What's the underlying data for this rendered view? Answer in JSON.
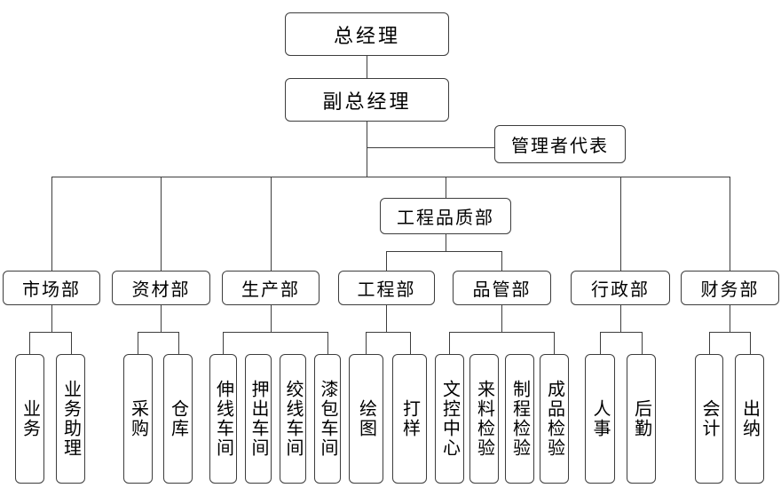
{
  "org": {
    "root": {
      "label": "总经理"
    },
    "deputy": {
      "label": "副总经理"
    },
    "management_rep": {
      "label": "管理者代表"
    },
    "engineering_quality": {
      "label": "工程品质部"
    },
    "departments": [
      {
        "label": "市场部",
        "children": [
          "业务",
          "业务助理"
        ]
      },
      {
        "label": "资材部",
        "children": [
          "采购",
          "仓库"
        ]
      },
      {
        "label": "生产部",
        "children": [
          "伸线车间",
          "押出车间",
          "绞线车间",
          "漆包车间"
        ]
      },
      {
        "label": "工程部",
        "children": [
          "绘图",
          "打样"
        ]
      },
      {
        "label": "品管部",
        "children": [
          "文控中心",
          "来料检验",
          "制程检验",
          "成品检验"
        ]
      },
      {
        "label": "行政部",
        "children": [
          "人事",
          "后勤"
        ]
      },
      {
        "label": "财务部",
        "children": [
          "会计",
          "出纳"
        ]
      }
    ]
  },
  "style": {
    "line_color": "#3d3d3d",
    "text_color": "#000000",
    "background_color": "#ffffff"
  }
}
